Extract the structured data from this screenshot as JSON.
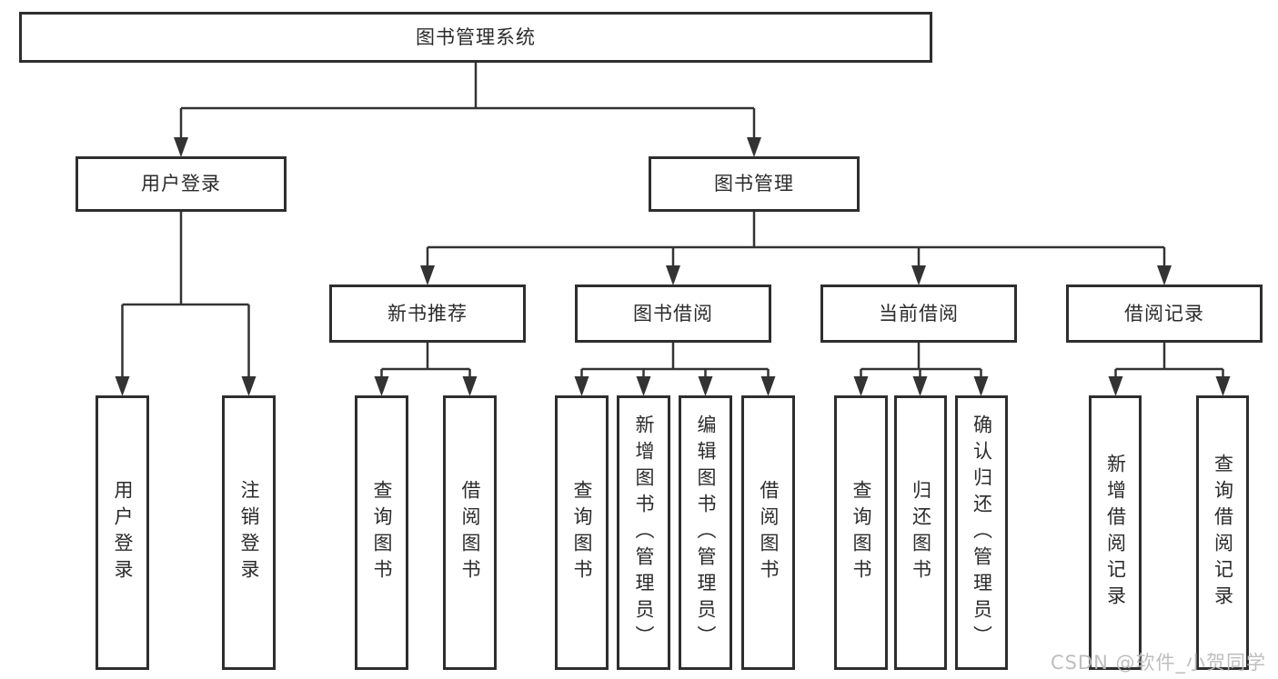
{
  "diagram": {
    "type": "hierarchy-tree",
    "colors": {
      "line": "#333333",
      "text": "#2b2b2b",
      "box_background": "#ffffff",
      "watermark": "#bbbbbb"
    },
    "nodes": {
      "root": {
        "label": "图书管理系统"
      },
      "user_login": {
        "label": "用户登录"
      },
      "book_mgmt": {
        "label": "图书管理"
      },
      "new_book_rec": {
        "label": "新书推荐"
      },
      "book_borrow": {
        "label": "图书借阅"
      },
      "current_borrow": {
        "label": "当前借阅"
      },
      "borrow_record": {
        "label": "借阅记录"
      },
      "ul_login": {
        "label": "用户登录"
      },
      "ul_logout": {
        "label": "注销登录"
      },
      "nbr_query": {
        "label": "查询图书"
      },
      "nbr_borrow": {
        "label": "借阅图书"
      },
      "bb_query": {
        "label": "查询图书"
      },
      "bb_add": {
        "label": "新增图书（管理员）"
      },
      "bb_edit": {
        "label": "编辑图书（管理员）"
      },
      "bb_borrow": {
        "label": "借阅图书"
      },
      "cb_query": {
        "label": "查询图书"
      },
      "cb_return": {
        "label": "归还图书"
      },
      "cb_confirm": {
        "label": "确认归还（管理员）"
      },
      "br_add": {
        "label": "新增借阅记录"
      },
      "br_query": {
        "label": "查询借阅记录"
      }
    },
    "edges": [
      {
        "from": "root",
        "to": "user_login"
      },
      {
        "from": "root",
        "to": "book_mgmt"
      },
      {
        "from": "user_login",
        "to": "ul_login"
      },
      {
        "from": "user_login",
        "to": "ul_logout"
      },
      {
        "from": "book_mgmt",
        "to": "new_book_rec"
      },
      {
        "from": "book_mgmt",
        "to": "book_borrow"
      },
      {
        "from": "book_mgmt",
        "to": "current_borrow"
      },
      {
        "from": "book_mgmt",
        "to": "borrow_record"
      },
      {
        "from": "new_book_rec",
        "to": "nbr_query"
      },
      {
        "from": "new_book_rec",
        "to": "nbr_borrow"
      },
      {
        "from": "book_borrow",
        "to": "bb_query"
      },
      {
        "from": "book_borrow",
        "to": "bb_add"
      },
      {
        "from": "book_borrow",
        "to": "bb_edit"
      },
      {
        "from": "book_borrow",
        "to": "bb_borrow"
      },
      {
        "from": "current_borrow",
        "to": "cb_query"
      },
      {
        "from": "current_borrow",
        "to": "cb_return"
      },
      {
        "from": "current_borrow",
        "to": "cb_confirm"
      },
      {
        "from": "borrow_record",
        "to": "br_add"
      },
      {
        "from": "borrow_record",
        "to": "br_query"
      }
    ],
    "watermark": {
      "text": "CSDN @软件_小贺同学"
    }
  }
}
